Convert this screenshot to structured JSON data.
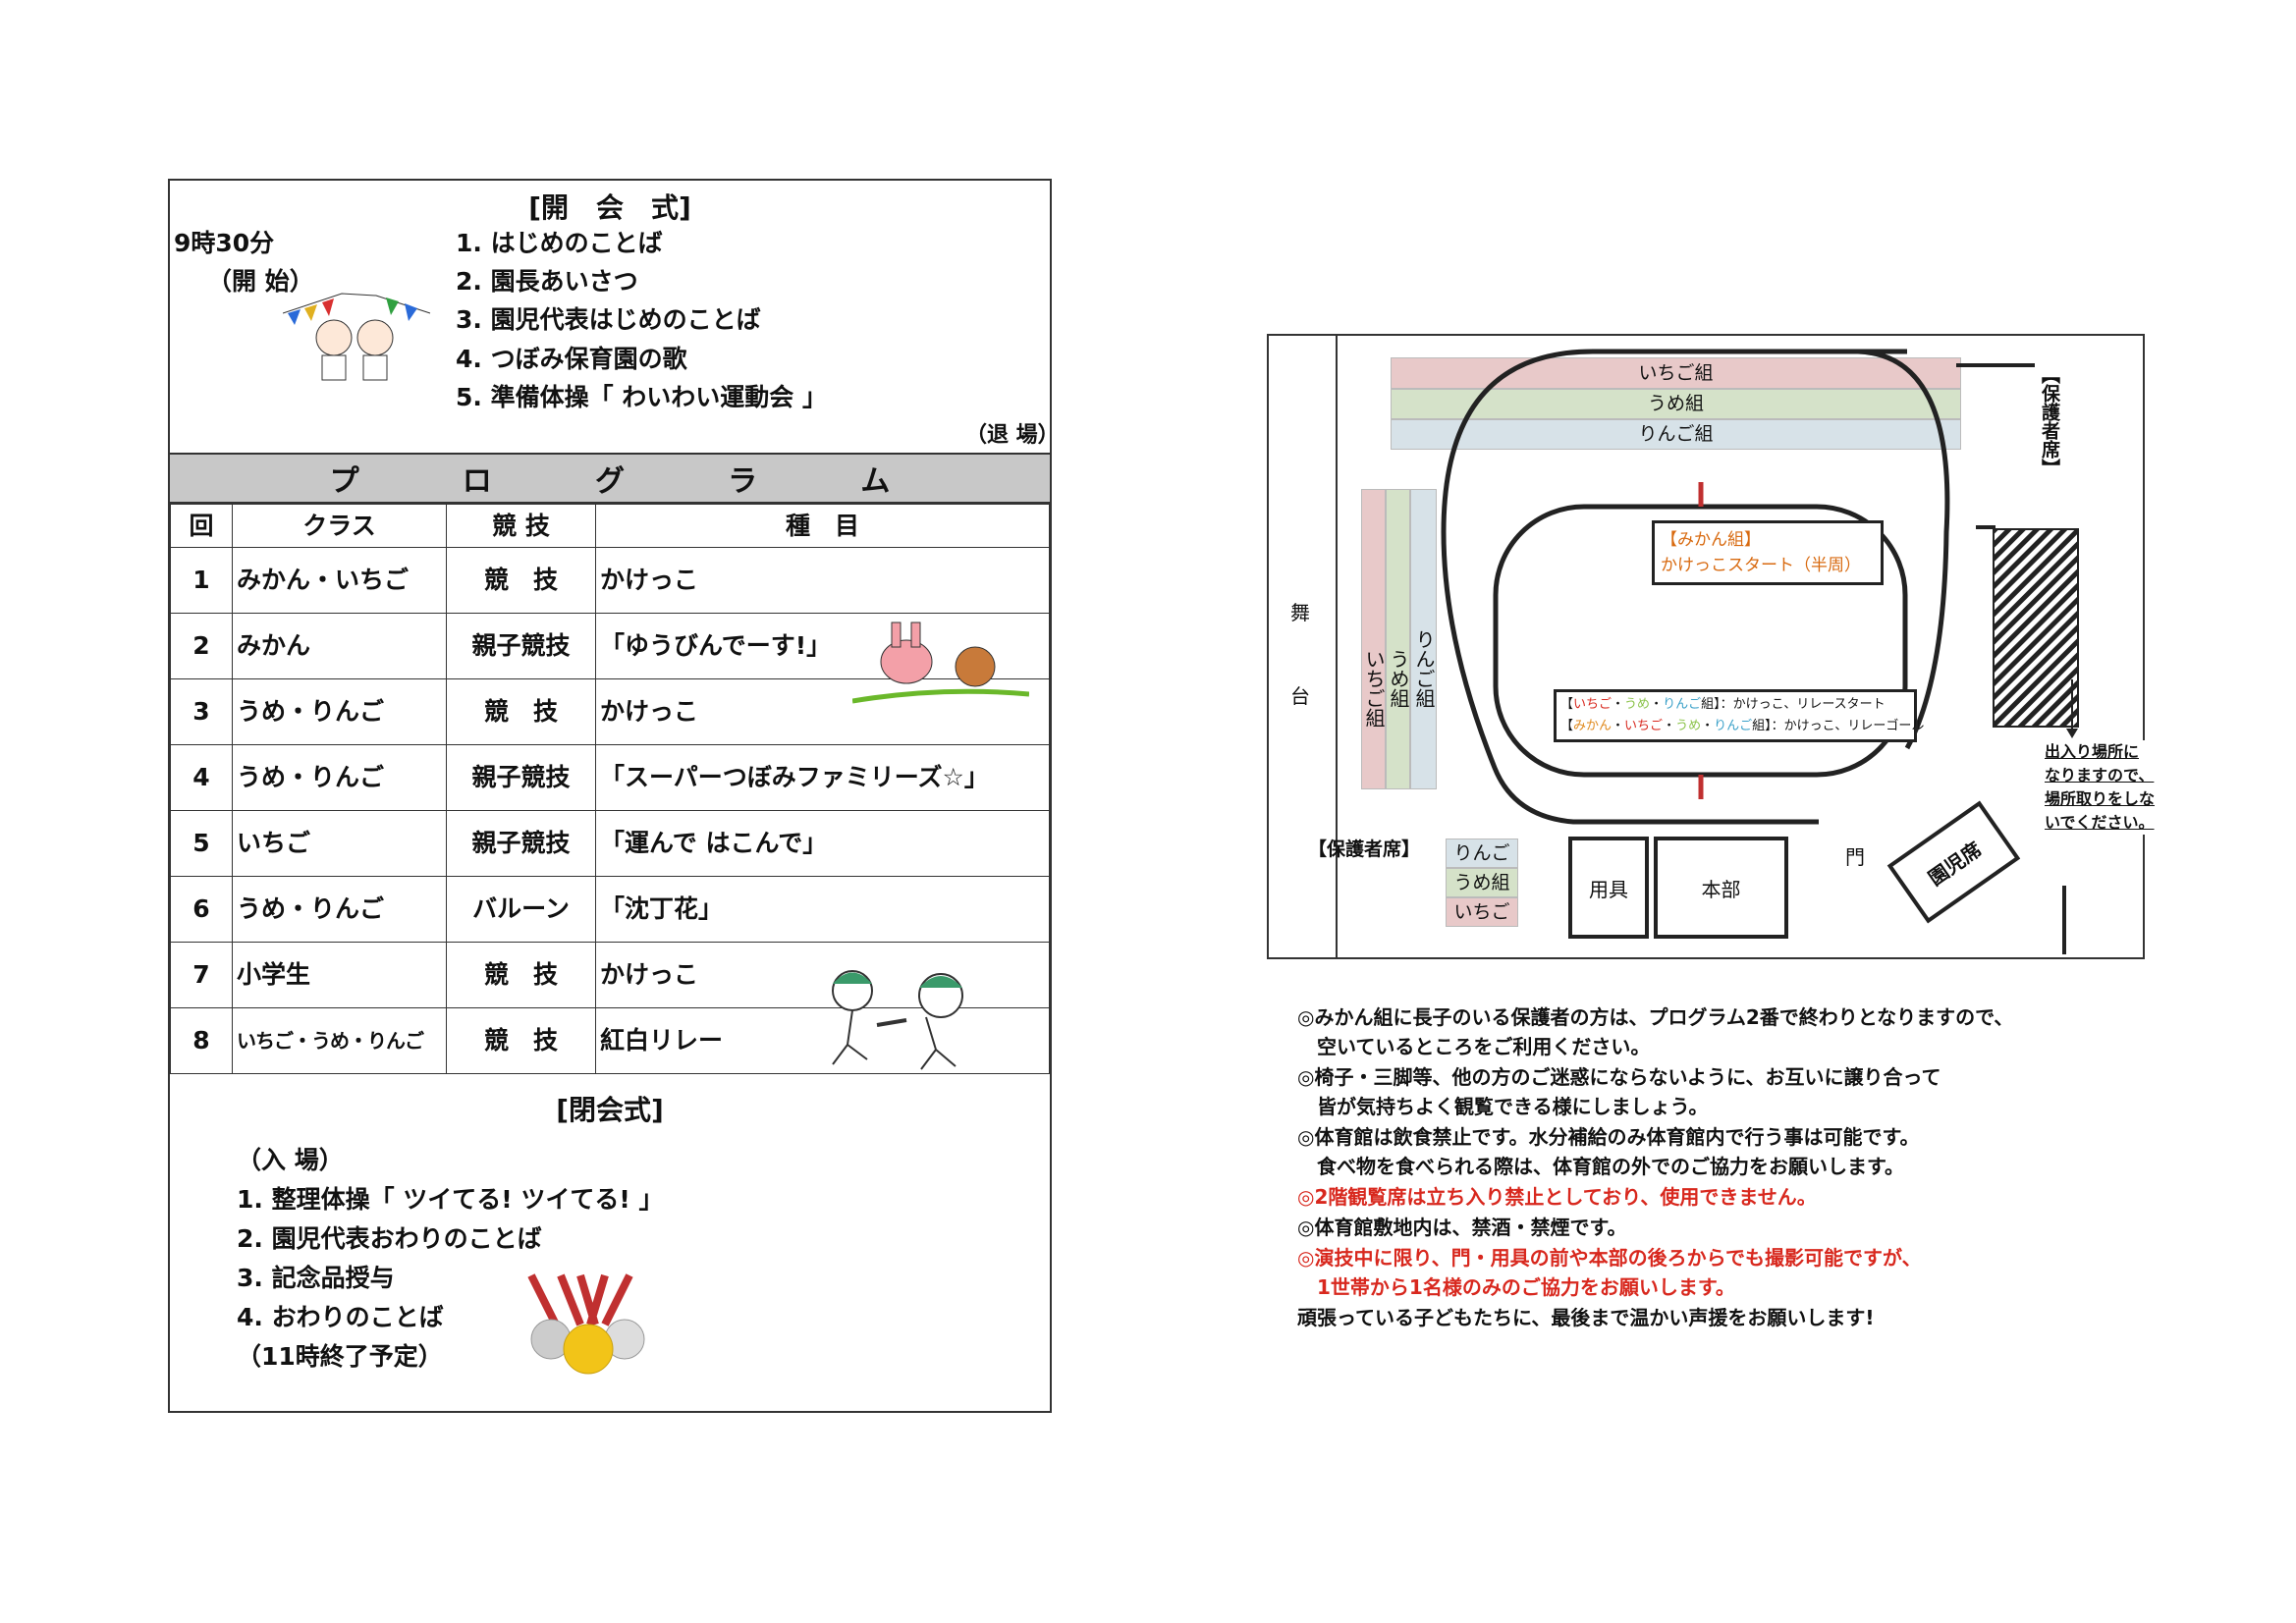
{
  "opening": {
    "title": "[開　会　式]",
    "time": "9時30分",
    "start": "（開 始）",
    "items": [
      "1. はじめのことば",
      "2. 園長あいさつ",
      "3. 園児代表はじめのことば",
      "4. つぼみ保育園の歌",
      "5. 準備体操「 わいわい運動会 」"
    ],
    "exit": "（退 場）"
  },
  "program": {
    "title_chars": [
      "プ",
      "ロ",
      "グ",
      "ラ",
      "ム"
    ],
    "headers": [
      "回",
      "クラス",
      "競 技",
      "種　目"
    ],
    "rows": [
      {
        "no": "1",
        "class": "みかん・いちご",
        "type": "競　技",
        "event": "かけっこ"
      },
      {
        "no": "2",
        "class": "みかん",
        "type": "親子競技",
        "event": "「ゆうびんでーす!」"
      },
      {
        "no": "3",
        "class": "うめ・りんご",
        "type": "競　技",
        "event": "かけっこ"
      },
      {
        "no": "4",
        "class": "うめ・りんご",
        "type": "親子競技",
        "event": "「スーパーつぼみファミリーズ☆」"
      },
      {
        "no": "5",
        "class": "いちご",
        "type": "親子競技",
        "event": "「運んで はこんで」"
      },
      {
        "no": "6",
        "class": "うめ・りんご",
        "type": "バルーン",
        "event": "「沈丁花」"
      },
      {
        "no": "7",
        "class": "小学生",
        "type": "競　技",
        "event": "かけっこ"
      },
      {
        "no": "8",
        "class": "いちご・うめ・りんご",
        "type": "競　技",
        "event": "紅白リレー"
      }
    ]
  },
  "closing": {
    "title": "[閉会式]",
    "enter": "（入 場）",
    "items": [
      "1. 整理体操「 ツイてる! ツイてる! 」",
      "2. 園児代表おわりのことば",
      "3. 記念品授与",
      "4. おわりのことば"
    ],
    "end": "（11時終了予定）"
  },
  "map": {
    "stands_top": [
      "いちご組",
      "うめ組",
      "りんご組"
    ],
    "stands_left": [
      "いちご組",
      "うめ組",
      "りんご組"
    ],
    "guardian_seat_v": "【保護者席】",
    "stage": [
      "舞",
      "台"
    ],
    "callout1": {
      "group": "【みかん組】",
      "text": "かけっこスタート（半周）"
    },
    "callout2": {
      "l1_open": "【",
      "l1_groups": [
        {
          "t": "いちご",
          "c": "#d8281e"
        },
        {
          "t": "・"
        },
        {
          "t": "うめ",
          "c": "#8bc34a"
        },
        {
          "t": "・"
        },
        {
          "t": "りんご",
          "c": "#3aa0c8"
        }
      ],
      "l1_rest": "組】：かけっこ、リレースタート",
      "l2_open": "【",
      "l2_groups": [
        {
          "t": "みかん",
          "c": "#e08a1e"
        },
        {
          "t": "・"
        },
        {
          "t": "いちご",
          "c": "#d8281e"
        },
        {
          "t": "・"
        },
        {
          "t": "うめ",
          "c": "#8bc34a"
        },
        {
          "t": "・"
        },
        {
          "t": "りんご",
          "c": "#3aa0c8"
        }
      ],
      "l2_rest": "組】：かけっこ、リレーゴール"
    },
    "entrance_note": [
      "出入り場所に",
      "なりますので、",
      "場所取りをしな",
      "いでください。"
    ],
    "kids_seat": "園児席",
    "guardian_seat": "【保護者席】",
    "small_stand": [
      "りんご",
      "うめ組",
      "いちご"
    ],
    "equipment": "用具",
    "hq": "本部",
    "gate": "門"
  },
  "notes": [
    {
      "t": "◎みかん組に長子のいる保護者の方は、プログラム2番で終わりとなりますので、",
      "red": false
    },
    {
      "t": "　空いているところをご利用ください。",
      "red": false
    },
    {
      "t": "◎椅子・三脚等、他の方のご迷惑にならないように、お互いに譲り合って",
      "red": false
    },
    {
      "t": "　皆が気持ちよく観覧できる様にしましょう。",
      "red": false
    },
    {
      "t": "◎体育館は飲食禁止です。水分補給のみ体育館内で行う事は可能です。",
      "red": false
    },
    {
      "t": "　食べ物を食べられる際は、体育館の外でのご協力をお願いします。",
      "red": false
    },
    {
      "t": "◎2階観覧席は立ち入り禁止としており、使用できません。",
      "red": true
    },
    {
      "t": "◎体育館敷地内は、禁酒・禁煙です。",
      "red": false
    },
    {
      "t": "◎演技中に限り、門・用具の前や本部の後ろからでも撮影可能ですが、",
      "red": true
    },
    {
      "t": "　1世帯から1名様のみのご協力をお願いします。",
      "red": true
    },
    {
      "t": "頑張っている子どもたちに、最後まで温かい声援をお願いします!",
      "red": false
    }
  ]
}
